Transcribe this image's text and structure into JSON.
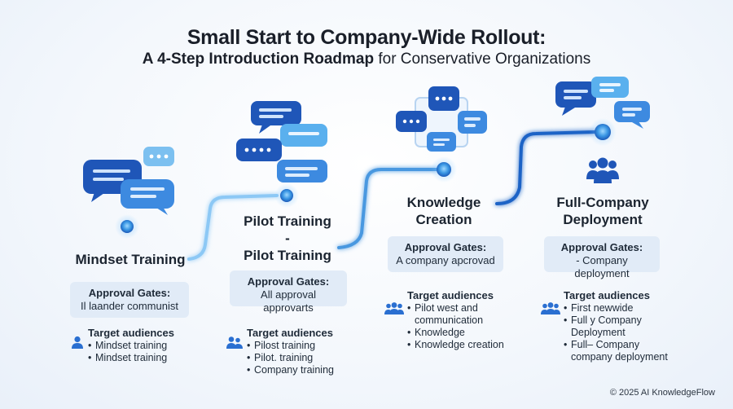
{
  "title": {
    "line1": "Small Start to Company-Wide Rollout:",
    "line2_bold": "A 4-Step Introduction Roadmap",
    "line2_rest": " for Conservative Organizations"
  },
  "steps": [
    {
      "label": [
        "Mindset Training"
      ],
      "gate_title": "Approval Gates:",
      "gate_text": "Il laander communist",
      "aud_title": "Target audiences",
      "aud_items": [
        "Mindset training",
        "Mindset training"
      ]
    },
    {
      "label": [
        "Pilot Training",
        "-",
        "Pilot Training"
      ],
      "gate_title": "Approval Gates:",
      "gate_text": "All approval approvarts",
      "aud_title": "Target audiences",
      "aud_items": [
        "Pilost training",
        "Pilot. training",
        "Company training"
      ]
    },
    {
      "label": [
        "Knowledge",
        "Creation"
      ],
      "gate_title": "Approval Gates:",
      "gate_text": "A company  apcrovad",
      "aud_title": "Target audiences",
      "aud_items": [
        "Pilot west and communication",
        "Knowledge",
        "Knowledge creation"
      ]
    },
    {
      "label": [
        "Full-Company",
        "Deployment"
      ],
      "gate_title": "Approval Gates:",
      "gate_text": "- Company deployment",
      "aud_title": "Target audiences",
      "aud_items": [
        "First newwide",
        "Full y Company Deployment",
        "Full– Company company deployment"
      ]
    }
  ],
  "footer": "© 2025 AI KnowledgeFlow",
  "colors": {
    "accent": "#1f63c6",
    "dark_bubble": "#1b4ea8",
    "light_bubble": "#4aa3e6",
    "gate_bg": "#e1ebf7"
  }
}
